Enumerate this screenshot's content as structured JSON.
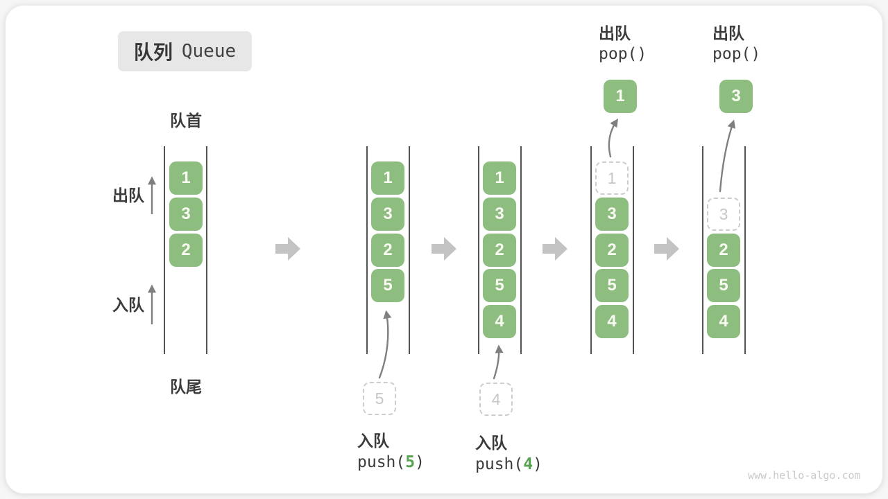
{
  "title": {
    "zh": "队列",
    "en": "Queue"
  },
  "queue_labels": {
    "front": "队首",
    "rear": "队尾",
    "dequeue": "出队",
    "enqueue": "入队"
  },
  "stages": [
    {
      "cells": [
        "1",
        "3",
        "2"
      ]
    },
    {
      "cells": [
        "1",
        "3",
        "2",
        "5"
      ],
      "ghost": "5",
      "action": {
        "label": "入队",
        "fn_open": "push(",
        "arg": "5",
        "fn_close": ")"
      }
    },
    {
      "cells": [
        "1",
        "3",
        "2",
        "5",
        "4"
      ],
      "ghost": "4",
      "action": {
        "label": "入队",
        "fn_open": "push(",
        "arg": "4",
        "fn_close": ")"
      }
    },
    {
      "ghost": "1",
      "cells": [
        "3",
        "2",
        "5",
        "4"
      ],
      "popped": "1",
      "action": {
        "label": "出队",
        "code": "pop()"
      }
    },
    {
      "ghost": "3",
      "cells": [
        "2",
        "5",
        "4"
      ],
      "popped": "3",
      "action": {
        "label": "出队",
        "code": "pop()"
      }
    }
  ],
  "watermark": "www.hello-algo.com",
  "colors": {
    "cell_green": "#8dbe80",
    "cell_text": "#f9faf2",
    "code_arg_green": "#56a34f",
    "ghost_border": "#cdcdcd",
    "label_dark": "#3b3b3b",
    "block_arrow_gray": "#c3c3c3",
    "thin_arrow_gray": "#7f7f7f",
    "title_bg": "#e7e7e7",
    "queue_wall": "#535353",
    "watermark_gray": "#c9c9c9"
  }
}
